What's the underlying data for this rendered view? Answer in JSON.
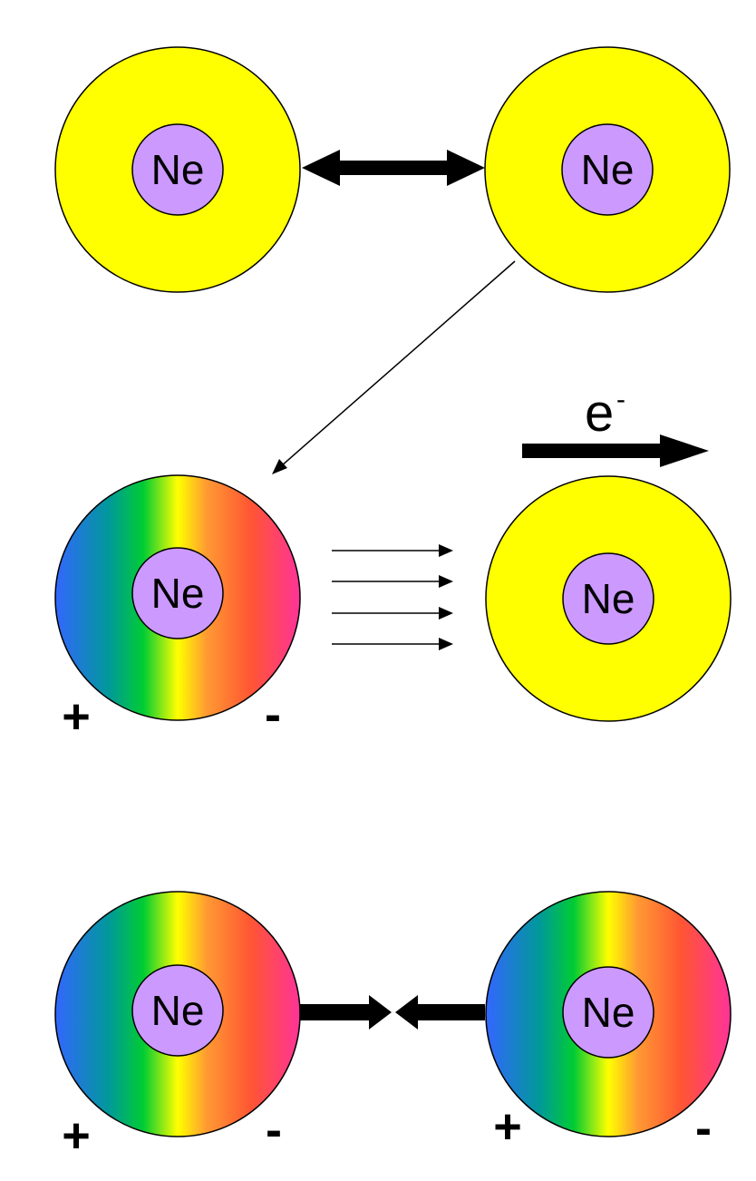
{
  "colors": {
    "electron_cloud": "#ffff00",
    "nucleus": "#cc99ff",
    "outline": "#000000",
    "dipole_gradient": [
      "#3366ff",
      "#009999",
      "#00cc33",
      "#ffff00",
      "#ff9933",
      "#ff5533",
      "#ff3399"
    ]
  },
  "atoms": {
    "row1_left": {
      "label": "Ne",
      "state": "uniform",
      "charge_left": "",
      "charge_right": ""
    },
    "row1_right": {
      "label": "Ne",
      "state": "uniform",
      "charge_left": "",
      "charge_right": ""
    },
    "row2_left": {
      "label": "Ne",
      "state": "dipole",
      "charge_left": "+",
      "charge_right": "-"
    },
    "row2_right": {
      "label": "Ne",
      "state": "uniform",
      "charge_left": "",
      "charge_right": ""
    },
    "row3_left": {
      "label": "Ne",
      "state": "dipole",
      "charge_left": "+",
      "charge_right": "-"
    },
    "row3_right": {
      "label": "Ne",
      "state": "dipole",
      "charge_left": "+",
      "charge_right": "-"
    }
  },
  "electron_label": {
    "base": "e",
    "superscript": "-"
  },
  "arrows": [
    {
      "name": "repulsion-double-arrow",
      "kind": "double-headed"
    },
    {
      "name": "polarization-pointer-arrow",
      "kind": "thin"
    },
    {
      "name": "field-line-arrows",
      "kind": "thin",
      "count": 4
    },
    {
      "name": "electron-shift-arrow",
      "kind": "bold"
    },
    {
      "name": "attraction-arrows",
      "kind": "bold-converging"
    }
  ],
  "icons": [
    "double-headed-arrow-icon",
    "thin-arrow-icon",
    "bold-arrow-icon"
  ]
}
